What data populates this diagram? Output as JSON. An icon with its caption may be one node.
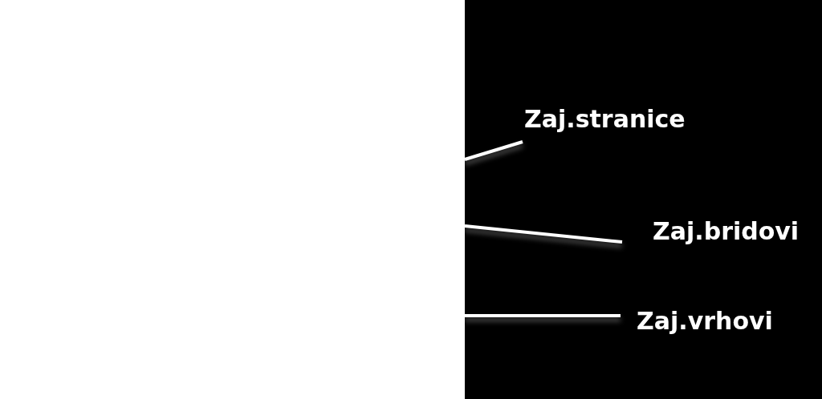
{
  "diagram": {
    "nodes": [
      {
        "text": [],
        "shape": "box"
      },
      {
        "text": [
          "Zaj.stranice"
        ]
      },
      {
        "text": [
          "Zaj.bridovi"
        ]
      },
      {
        "text": [
          "Zaj.vrhovi"
        ]
      }
    ],
    "edges": [
      {
        "from": 1,
        "to": 0,
        "arrow": "none"
      },
      {
        "from": 2,
        "to": 0,
        "arrow": "none"
      },
      {
        "from": 3,
        "to": 0,
        "arrow": "none"
      }
    ]
  }
}
